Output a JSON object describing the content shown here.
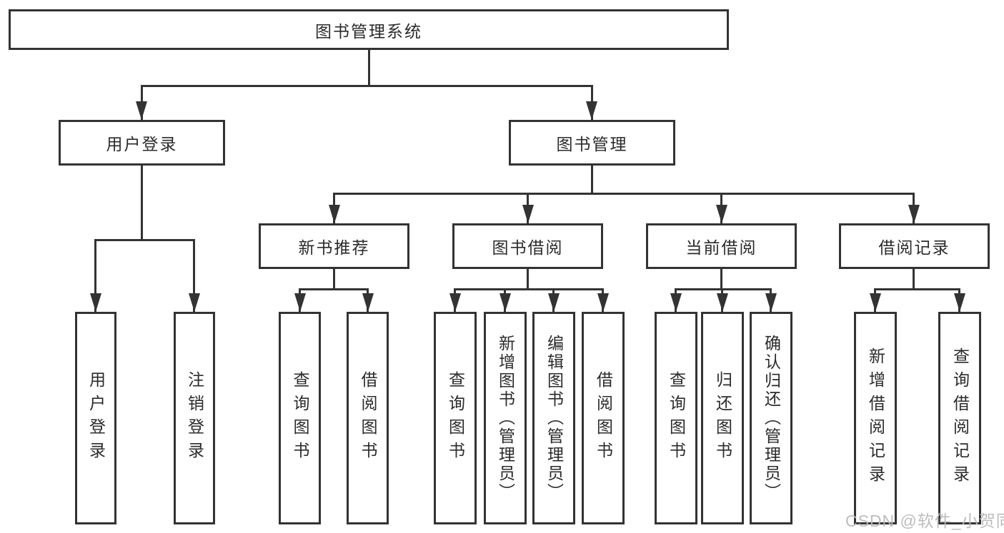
{
  "diagram": {
    "title": "图书管理系统",
    "tree": {
      "label": "图书管理系统",
      "children": [
        {
          "label": "用户登录",
          "children": [
            {
              "label": "用户登录"
            },
            {
              "label": "注销登录"
            }
          ]
        },
        {
          "label": "图书管理",
          "children": [
            {
              "label": "新书推荐",
              "children": [
                {
                  "label": "查询图书"
                },
                {
                  "label": "借阅图书"
                }
              ]
            },
            {
              "label": "图书借阅",
              "children": [
                {
                  "label": "查询图书"
                },
                {
                  "label": "新增图书（管理员）"
                },
                {
                  "label": "编辑图书（管理员）"
                },
                {
                  "label": "借阅图书"
                }
              ]
            },
            {
              "label": "当前借阅",
              "children": [
                {
                  "label": "查询图书"
                },
                {
                  "label": "归还图书"
                },
                {
                  "label": "确认归还（管理员）"
                }
              ]
            },
            {
              "label": "借阅记录",
              "children": [
                {
                  "label": "新增借阅记录"
                },
                {
                  "label": "查询借阅记录"
                }
              ]
            }
          ]
        }
      ]
    },
    "colors": {
      "line": "#333333",
      "box_border": "#333333",
      "text": "#2b2b2b",
      "background": "#ffffff",
      "watermark": "#b9b9b9"
    }
  },
  "watermark": {
    "text": "CSDN @软件_小贺同学"
  }
}
